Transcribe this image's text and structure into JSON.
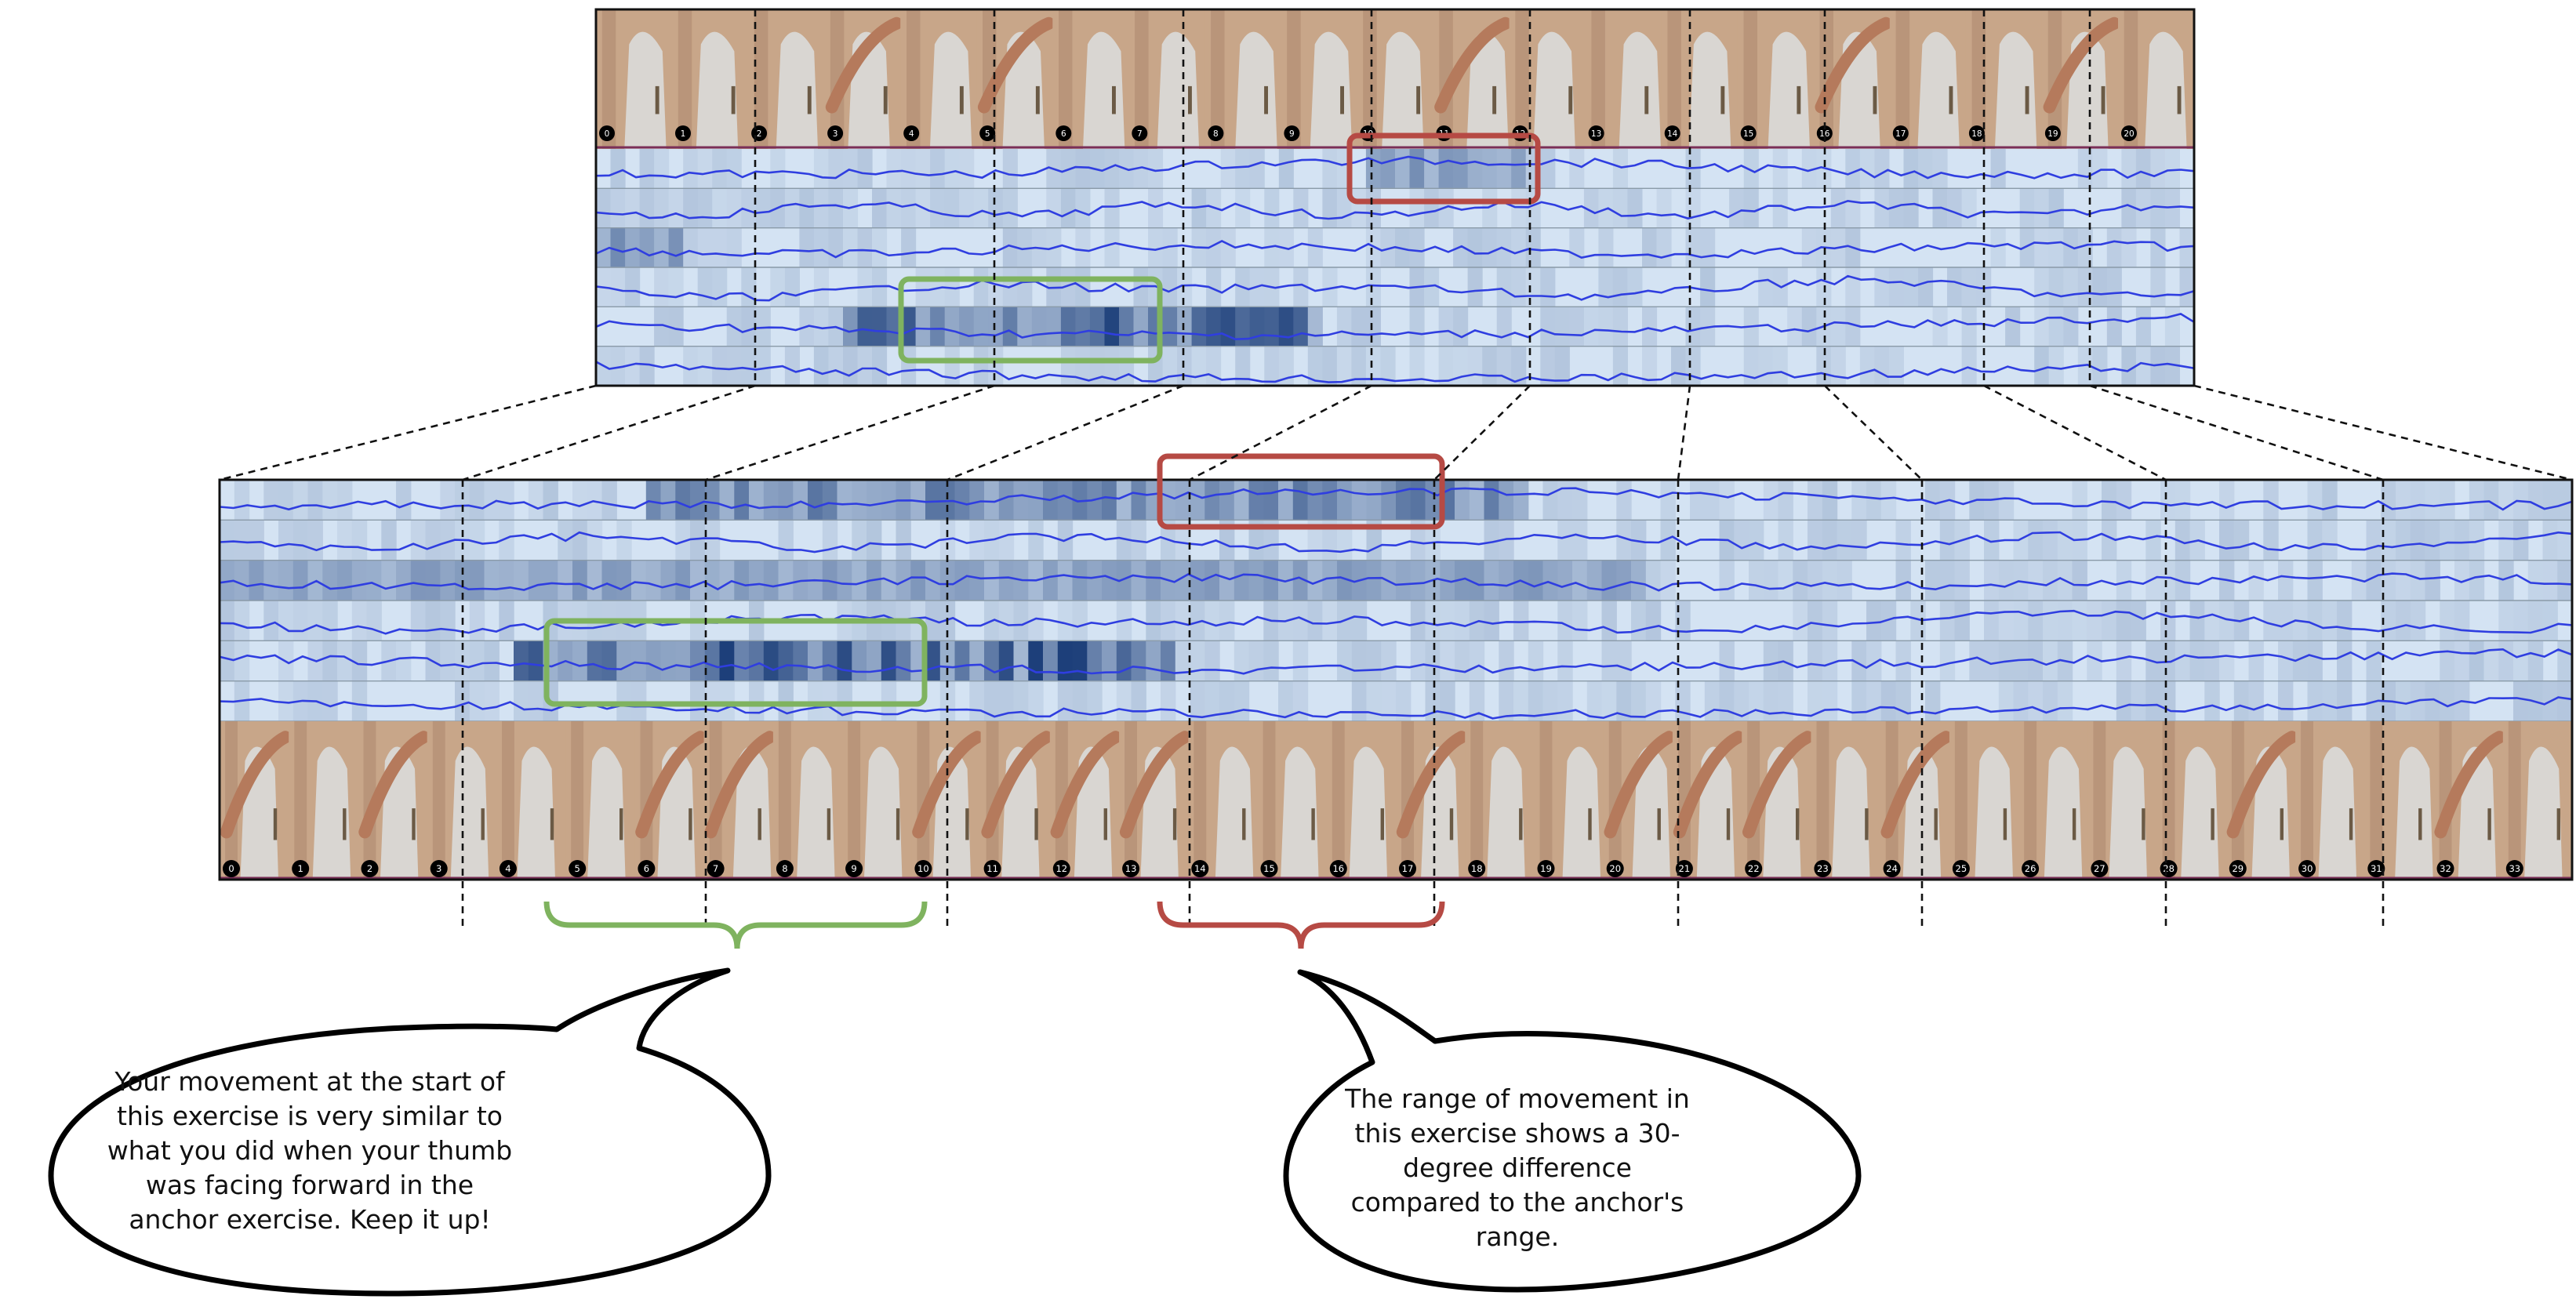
{
  "anchor_panel": {
    "frame_labels": [
      "0",
      "1",
      "2",
      "3",
      "4",
      "5",
      "6",
      "7",
      "8",
      "9",
      "10",
      "11",
      "12",
      "13",
      "14",
      "15",
      "16",
      "17",
      "18",
      "19",
      "20"
    ]
  },
  "attempt_panel": {
    "frame_labels": [
      "0",
      "1",
      "2",
      "3",
      "4",
      "5",
      "6",
      "7",
      "8",
      "9",
      "10",
      "11",
      "12",
      "13",
      "14",
      "15",
      "16",
      "17",
      "18",
      "19",
      "20",
      "21",
      "22",
      "23",
      "24",
      "25",
      "26",
      "27",
      "28",
      "29",
      "30",
      "31",
      "32",
      "33"
    ]
  },
  "callouts": {
    "similar": {
      "text": "Your movement at the start of this exercise is very similar to what you did when your thumb was facing forward in the anchor exercise. Keep it up!",
      "color": "#7fb35f"
    },
    "range": {
      "text": "The range of movement in this exercise shows a 30-degree difference compared to the anchor's range.",
      "color": "#b64a44"
    }
  },
  "colors": {
    "signal_line": "#2f3ee0",
    "heatmap_base": "#d4e3f3",
    "heatmap_dark": "#1d3f7a",
    "frame_skin": "#c8a689",
    "frame_shirt": "#d9d6d2"
  }
}
